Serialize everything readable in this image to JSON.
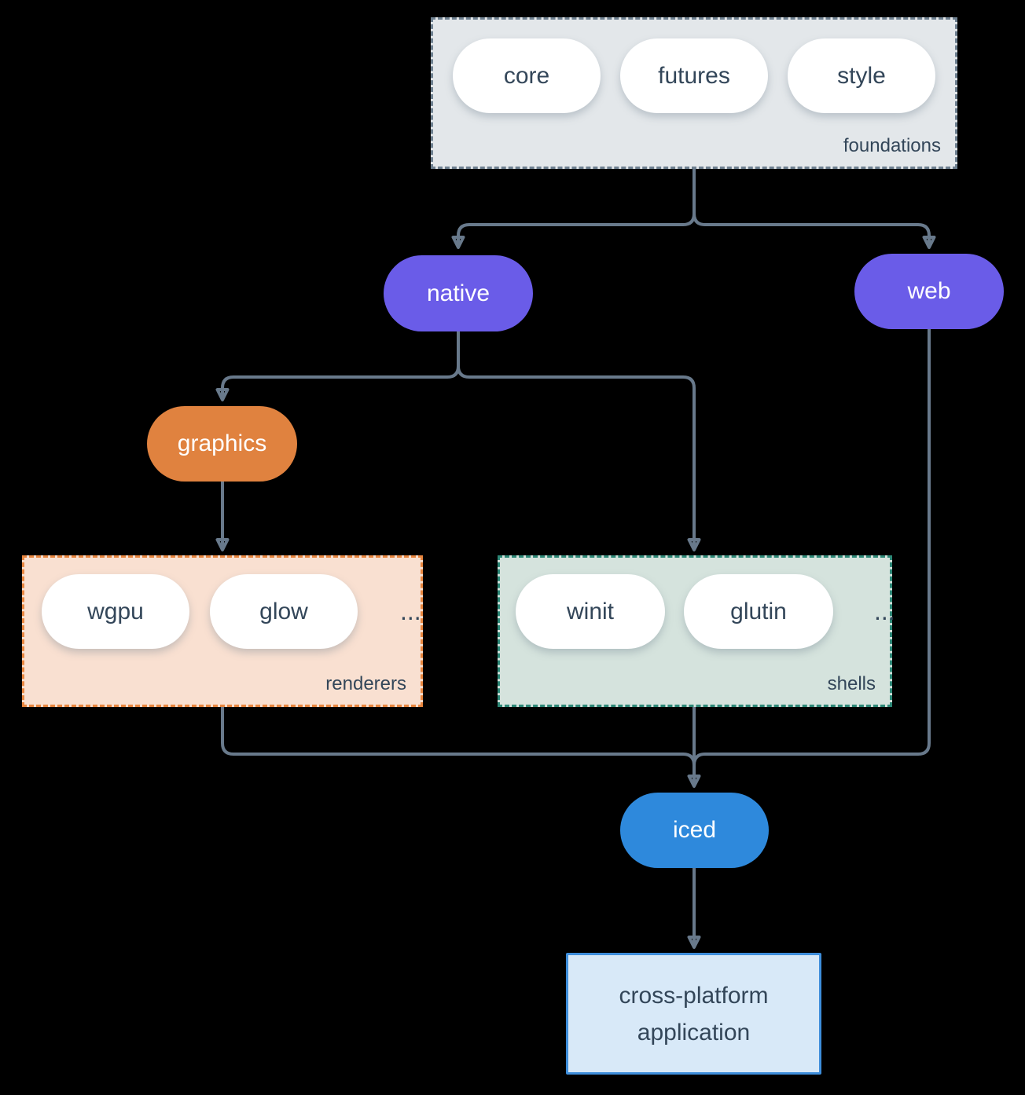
{
  "groups": {
    "foundations": {
      "label": "foundations",
      "pills": [
        "core",
        "futures",
        "style"
      ]
    },
    "renderers": {
      "label": "renderers",
      "pills": [
        "wgpu",
        "glow"
      ],
      "ellipsis": "..."
    },
    "shells": {
      "label": "shells",
      "pills": [
        "winit",
        "glutin"
      ],
      "ellipsis": "..."
    }
  },
  "nodes": {
    "native": {
      "label": "native",
      "color": "#6a5ce8"
    },
    "web": {
      "label": "web",
      "color": "#6a5ce8"
    },
    "graphics": {
      "label": "graphics",
      "color": "#e0823f"
    },
    "iced": {
      "label": "iced",
      "color": "#2e89dc"
    },
    "application": {
      "label": "cross-platform application"
    }
  },
  "edges": [
    {
      "from": "foundations",
      "to": "native"
    },
    {
      "from": "foundations",
      "to": "web"
    },
    {
      "from": "native",
      "to": "graphics"
    },
    {
      "from": "native",
      "to": "shells"
    },
    {
      "from": "graphics",
      "to": "renderers"
    },
    {
      "from": "renderers",
      "to": "iced"
    },
    {
      "from": "shells",
      "to": "iced"
    },
    {
      "from": "web",
      "to": "iced"
    },
    {
      "from": "iced",
      "to": "application"
    }
  ],
  "colors": {
    "background": "#000000",
    "connector": "#68798b",
    "text_ink": "#334659",
    "pill_white": "#ffffff",
    "purple": "#6a5ce8",
    "orange": "#e0823f",
    "blue": "#2e89dc",
    "foundations_fill": "#e3e7ea",
    "foundations_border": "#6e8090",
    "renderers_fill": "#f9e0d1",
    "renderers_border": "#e8863f",
    "shells_fill": "#d5e3dd",
    "shells_border": "#2d8877",
    "application_fill": "#d8e9f8",
    "application_border": "#3e8edb"
  }
}
